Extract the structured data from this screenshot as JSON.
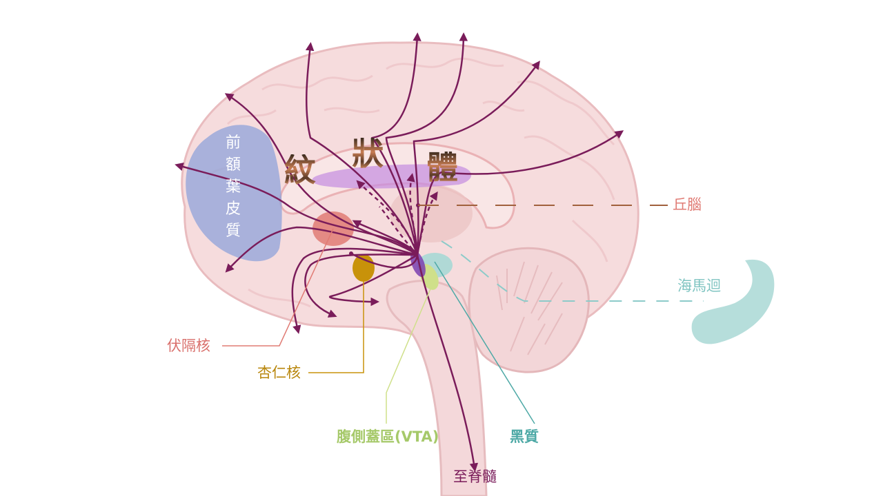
{
  "diagram": {
    "prefrontal_cortex": "前額葉皮質",
    "striatum": [
      "紋",
      "狀",
      "體"
    ],
    "labels": {
      "thalamus": "丘腦",
      "hippocampus": "海馬迴",
      "nucleus_accumbens": "伏隔核",
      "amygdala": "杏仁核",
      "vta": "腹側蓋區(VTA)",
      "substantia_nigra": "黑質",
      "spinal_cord": "至脊髓"
    },
    "colors": {
      "pathway": "#7a1c5a",
      "prefrontal": "#8fa3d9",
      "striatum": "#c58be0",
      "nucleus_accumbens": "#e07b74",
      "amygdala": "#c8920a",
      "vta": "#cfe08a",
      "substantia_nigra": "#7b3fb0",
      "hippocampus": "#8ccbc9",
      "thalamus": "#e9958a",
      "brain": "#f6dcdd"
    }
  }
}
